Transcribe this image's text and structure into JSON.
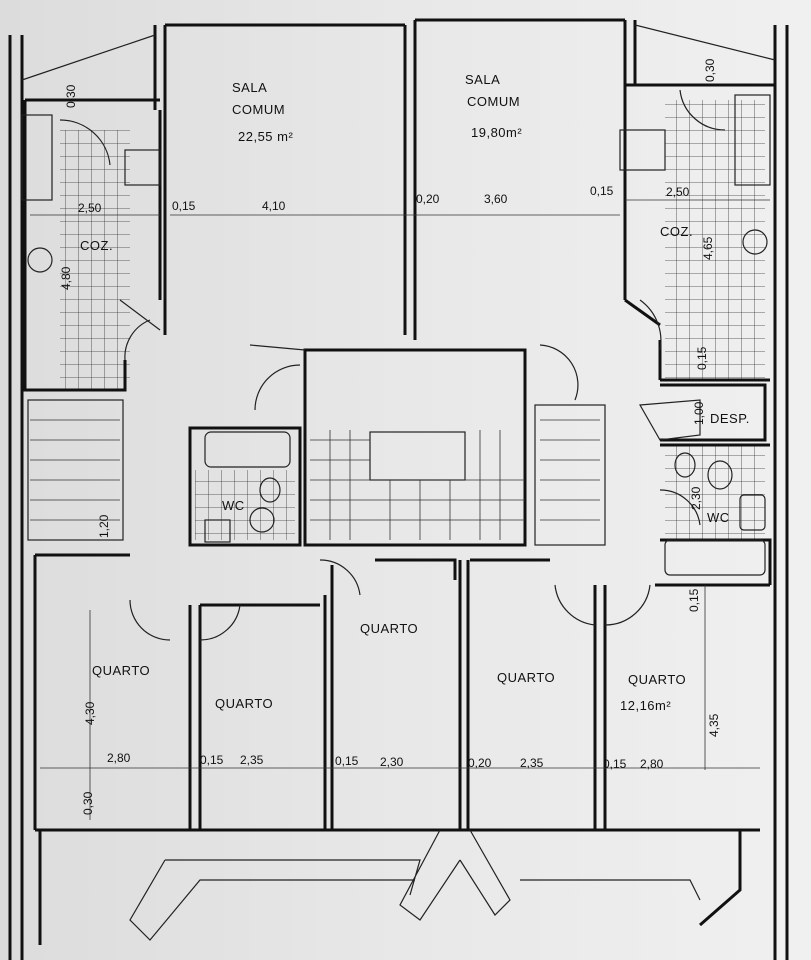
{
  "colors": {
    "background": "#e4e4e4",
    "line": "#111111",
    "warning_icon": "#e3a21a"
  },
  "top_icon": "warning-icon",
  "rooms": {
    "sala_left": {
      "name_line1": "SALA",
      "name_line2": "COMUM",
      "area": "22,55 m²"
    },
    "sala_right": {
      "name_line1": "SALA",
      "name_line2": "COMUM",
      "area": "19,80m²"
    },
    "coz_left": "COZ.",
    "coz_right": "COZ.",
    "wc_left": "WC",
    "wc_right": "WC",
    "desp": "DESP.",
    "quarto1": "QUARTO",
    "quarto2": "QUARTO",
    "quarto3": "QUARTO",
    "quarto4": "QUARTO",
    "quarto5": "QUARTO",
    "quarto5_area": "12,16m²"
  },
  "dimensions": {
    "top_left_030": "0,30",
    "top_right_030": "0,30",
    "coz_left_w": "2,50",
    "coz_right_w": "2,50",
    "coz_left_h": "4,80",
    "coz_right_h": "4,65",
    "d015_a": "0,15",
    "sala_left_w": "4,10",
    "d020_a": "0,20",
    "sala_right_w": "3,60",
    "d015_b": "0,15",
    "right_015": "0,15",
    "desp_100": "1,00",
    "wc_right_230": "2,30",
    "left_120": "1,20",
    "quarto1_h": "4,30",
    "quarto5_h": "4,35",
    "right_015_b": "0,15",
    "q1_w": "2,80",
    "d015_c": "0,15",
    "q2_w": "2,35",
    "d015_d": "0,15",
    "q3_w": "2,30",
    "d020_b": "0,20",
    "q4_w": "2,35",
    "d015_e": "0,15",
    "q5_w": "2,80",
    "bottom_030": "0,30"
  }
}
